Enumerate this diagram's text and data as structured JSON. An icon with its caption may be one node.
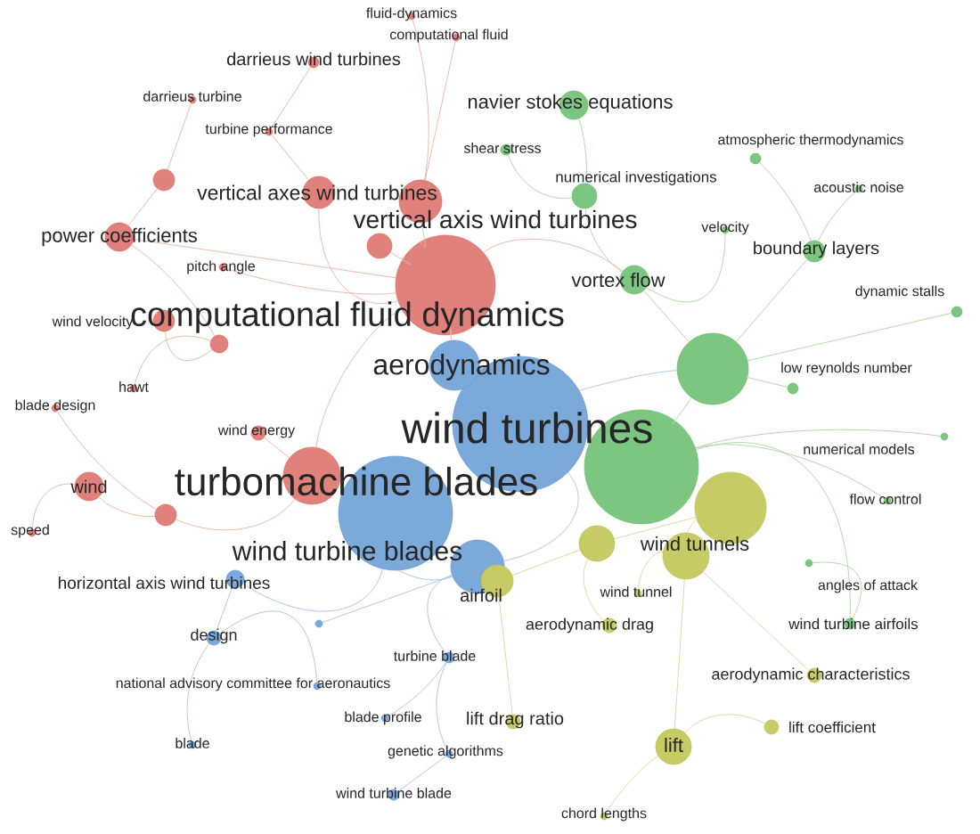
{
  "diagram": {
    "nodes": [
      {
        "text": [
          "fluid-dynamics"
        ]
      },
      {
        "text": [
          "computational fluid"
        ]
      },
      {
        "text": [
          "darrieus wind turbines"
        ]
      },
      {
        "text": [
          "darrieus turbine"
        ]
      },
      {
        "text": [
          "navier stokes equations"
        ]
      },
      {
        "text": [
          "turbine performance"
        ]
      },
      {
        "text": [
          "shear stress"
        ]
      },
      {
        "text": [
          "atmospheric thermodynamics"
        ]
      },
      {
        "text": [
          "numerical investigations"
        ]
      },
      {
        "text": [
          "vertical axes wind turbines"
        ]
      },
      {
        "text": [
          "vertical axis wind turbines"
        ]
      },
      {
        "text": [
          "acoustic noise"
        ]
      },
      {
        "text": [
          "velocity"
        ]
      },
      {
        "text": [
          "power coefficients"
        ]
      },
      {
        "text": [
          "boundary layers"
        ]
      },
      {
        "text": [
          "pitch angle"
        ]
      },
      {
        "text": [
          "vortex flow"
        ]
      },
      {
        "text": [
          "dynamic stalls"
        ]
      },
      {
        "text": [
          "computational fluid dynamics"
        ]
      },
      {
        "text": [
          "wind velocity"
        ]
      },
      {
        "text": [
          "aerodynamics"
        ]
      },
      {
        "text": [
          "low reynolds number"
        ]
      },
      {
        "text": [
          "hawt"
        ]
      },
      {
        "text": [
          "blade design"
        ]
      },
      {
        "text": [
          "wind turbines"
        ]
      },
      {
        "text": [
          "wind energy"
        ]
      },
      {
        "text": [
          "numerical models"
        ]
      },
      {
        "text": [
          "turbomachine blades"
        ]
      },
      {
        "text": [
          "wind"
        ]
      },
      {
        "text": [
          "flow control"
        ]
      },
      {
        "text": [
          "speed"
        ]
      },
      {
        "text": [
          "wind turbine blades"
        ]
      },
      {
        "text": [
          "wind tunnels"
        ]
      },
      {
        "text": [
          "horizontal axis wind turbines"
        ]
      },
      {
        "text": [
          "airfoil"
        ]
      },
      {
        "text": [
          "angles of attack"
        ]
      },
      {
        "text": [
          "wind tunnel"
        ]
      },
      {
        "text": [
          "aerodynamic drag"
        ]
      },
      {
        "text": [
          "wind turbine airfoils"
        ]
      },
      {
        "text": [
          "design"
        ]
      },
      {
        "text": [
          "turbine blade"
        ]
      },
      {
        "text": [
          "national advisory committee for aeronautics"
        ]
      },
      {
        "text": [
          "aerodynamic characteristics"
        ]
      },
      {
        "text": [
          "blade profile"
        ]
      },
      {
        "text": [
          "lift drag ratio"
        ]
      },
      {
        "text": [
          "lift coefficient"
        ]
      },
      {
        "text": [
          "blade"
        ]
      },
      {
        "text": [
          "lift"
        ]
      },
      {
        "text": [
          "genetic algorithms"
        ]
      },
      {
        "text": [
          "wind turbine blade"
        ]
      },
      {
        "text": [
          "chord lengths"
        ]
      },
      {
        "text": [],
        "shape": "circle"
      },
      {
        "text": [],
        "shape": "circle"
      },
      {
        "text": [],
        "shape": "circle"
      },
      {
        "text": [],
        "shape": "circle"
      },
      {
        "text": [],
        "shape": "circle"
      },
      {
        "text": [],
        "shape": "circle"
      },
      {
        "text": [],
        "shape": "circle"
      },
      {
        "text": [],
        "shape": "circle"
      },
      {
        "text": [],
        "shape": "circle"
      },
      {
        "text": [],
        "shape": "circle"
      }
    ],
    "edges": [
      {
        "from": 10,
        "to": 0,
        "arrow": "none",
        "color": "#e9b3a6"
      },
      {
        "from": 10,
        "to": 1,
        "arrow": "none",
        "color": "#e9b3a6"
      },
      {
        "from": 5,
        "to": 2,
        "arrow": "none",
        "color": "#e9b3a6"
      },
      {
        "from": 51,
        "to": 3,
        "arrow": "none",
        "color": "#e9b3a6"
      },
      {
        "from": 9,
        "to": 5,
        "arrow": "none",
        "color": "#e9b3a6"
      },
      {
        "from": 18,
        "to": 9,
        "arrow": "none",
        "color": "#e9b3a6"
      },
      {
        "from": 18,
        "to": 10,
        "arrow": "none",
        "color": "#e9b3a6"
      },
      {
        "from": 13,
        "to": 51,
        "arrow": "none",
        "color": "#e9b3a6"
      },
      {
        "from": 18,
        "to": 13,
        "arrow": "none",
        "color": "#e9b3a6"
      },
      {
        "from": 18,
        "to": 15,
        "arrow": "none",
        "color": "#e9b3a6"
      },
      {
        "from": 53,
        "to": 19,
        "arrow": "none",
        "color": "#e9b3a6"
      },
      {
        "from": 13,
        "to": 53,
        "arrow": "none",
        "color": "#e9b3a6"
      },
      {
        "from": 53,
        "to": 22,
        "arrow": "none",
        "color": "#e9b3a6"
      },
      {
        "from": 52,
        "to": 23,
        "arrow": "none",
        "color": "#e9b3a6"
      },
      {
        "from": 54,
        "to": 25,
        "arrow": "none",
        "color": "#e9b3a6"
      },
      {
        "from": 52,
        "to": 28,
        "arrow": "none",
        "color": "#e9b3a6"
      },
      {
        "from": 28,
        "to": 30,
        "arrow": "none",
        "color": "#e9b3a6"
      },
      {
        "from": 54,
        "to": 52,
        "arrow": "none",
        "color": "#e9b3a6"
      },
      {
        "from": 18,
        "to": 54,
        "arrow": "none",
        "color": "#e9b3a6"
      },
      {
        "from": 18,
        "to": 56,
        "arrow": "none",
        "color": "#e9b3a6"
      },
      {
        "from": 18,
        "to": 20,
        "arrow": "none",
        "color": "#e9b3a6"
      },
      {
        "from": 18,
        "to": 16,
        "arrow": "none",
        "color": "#e9b3a6"
      },
      {
        "from": 8,
        "to": 4,
        "arrow": "none",
        "color": "#a9d6a0"
      },
      {
        "from": 8,
        "to": 6,
        "arrow": "none",
        "color": "#a9d6a0"
      },
      {
        "from": 14,
        "to": 7,
        "arrow": "none",
        "color": "#a9d6a0"
      },
      {
        "from": 16,
        "to": 8,
        "arrow": "none",
        "color": "#a9d6a0"
      },
      {
        "from": 14,
        "to": 11,
        "arrow": "none",
        "color": "#a9d6a0"
      },
      {
        "from": 16,
        "to": 12,
        "arrow": "none",
        "color": "#a9d6a0"
      },
      {
        "from": 59,
        "to": 14,
        "arrow": "none",
        "color": "#a9d6a0"
      },
      {
        "from": 59,
        "to": 16,
        "arrow": "none",
        "color": "#a9d6a0"
      },
      {
        "from": 59,
        "to": 17,
        "arrow": "none",
        "color": "#a9d6a0"
      },
      {
        "from": 59,
        "to": 21,
        "arrow": "none",
        "color": "#a9d6a0"
      },
      {
        "from": 58,
        "to": 26,
        "arrow": "none",
        "color": "#a9d6a0"
      },
      {
        "from": 58,
        "to": 29,
        "arrow": "none",
        "color": "#a9d6a0"
      },
      {
        "from": 58,
        "to": 59,
        "arrow": "none",
        "color": "#a9d6a0"
      },
      {
        "from": 38,
        "to": 35,
        "arrow": "none",
        "color": "#a9d6a0"
      },
      {
        "from": 58,
        "to": 38,
        "arrow": "none",
        "color": "#a9d6a0"
      },
      {
        "from": 24,
        "to": 59,
        "arrow": "none",
        "color": "#a9c3d9"
      },
      {
        "from": 24,
        "to": 31,
        "arrow": "none",
        "color": "#a9c3d9"
      },
      {
        "from": 27,
        "to": 31,
        "arrow": "none",
        "color": "#a9c3d9"
      },
      {
        "from": 27,
        "to": 33,
        "arrow": "none",
        "color": "#a9c3d9"
      },
      {
        "from": 33,
        "to": 39,
        "arrow": "none",
        "color": "#a9c3d9"
      },
      {
        "from": 39,
        "to": 41,
        "arrow": "none",
        "color": "#a9c3d9"
      },
      {
        "from": 39,
        "to": 46,
        "arrow": "none",
        "color": "#a9c3d9"
      },
      {
        "from": 31,
        "to": 55,
        "arrow": "none",
        "color": "#a9c3d9"
      },
      {
        "from": 31,
        "to": 40,
        "arrow": "none",
        "color": "#a9c3d9"
      },
      {
        "from": 40,
        "to": 43,
        "arrow": "none",
        "color": "#a9c3d9"
      },
      {
        "from": 40,
        "to": 48,
        "arrow": "none",
        "color": "#a9c3d9"
      },
      {
        "from": 48,
        "to": 49,
        "arrow": "none",
        "color": "#a9c3d9"
      },
      {
        "from": 60,
        "to": 32,
        "arrow": "none",
        "color": "#d6d89c"
      },
      {
        "from": 60,
        "to": 57,
        "arrow": "none",
        "color": "#d6d89c"
      },
      {
        "from": 57,
        "to": 34,
        "arrow": "none",
        "color": "#d6d89c"
      },
      {
        "from": 32,
        "to": 36,
        "arrow": "none",
        "color": "#d6d89c"
      },
      {
        "from": 57,
        "to": 37,
        "arrow": "none",
        "color": "#d6d89c"
      },
      {
        "from": 32,
        "to": 42,
        "arrow": "none",
        "color": "#d6d89c"
      },
      {
        "from": 47,
        "to": 45,
        "arrow": "none",
        "color": "#d6d89c"
      },
      {
        "from": 32,
        "to": 47,
        "arrow": "none",
        "color": "#d6d89c"
      },
      {
        "from": 34,
        "to": 44,
        "arrow": "none",
        "color": "#d6d89c"
      },
      {
        "from": 47,
        "to": 50,
        "arrow": "none",
        "color": "#d6d89c"
      }
    ]
  }
}
